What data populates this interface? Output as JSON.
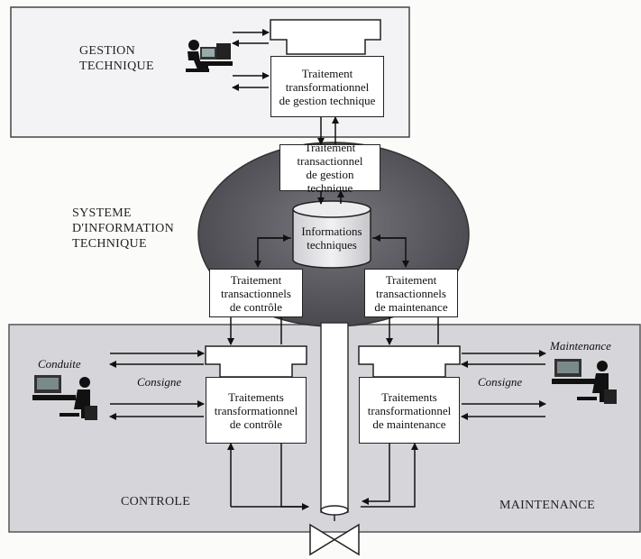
{
  "zones": {
    "gestion_technique": "GESTION\nTECHNIQUE",
    "systeme_information": "SYSTEME\nD'INFORMATION\nTECHNIQUE",
    "controle": "CONTROLE",
    "maintenance": "MAINTENANCE"
  },
  "boxes": {
    "gestion_transformationnel": "Traitement\ntransformationnel\nde gestion technique",
    "gestion_transactionnel": "Traitement\ntransactionnel\nde gestion technique",
    "informations_techniques": "Informations\ntechniques",
    "transactionnels_controle": "Traitement\ntransactionnels\nde contrôle",
    "transactionnels_maintenance": "Traitement\ntransactionnels\nde maintenance",
    "transformationnel_controle": "Traitements\ntransformationnel\nde contrôle",
    "transformationnel_maintenance": "Traitements\ntransformationnel\nde maintenance"
  },
  "labels": {
    "conduite": "Conduite",
    "consigne_left": "Consigne",
    "consigne_right": "Consigne",
    "maintenance_operator": "Maintenance"
  },
  "colors": {
    "panel_fill": "#f3f3f6",
    "bottom_fill": "#d6d6da",
    "ellipse_fill": "#5b5b62",
    "stroke": "#222222"
  }
}
